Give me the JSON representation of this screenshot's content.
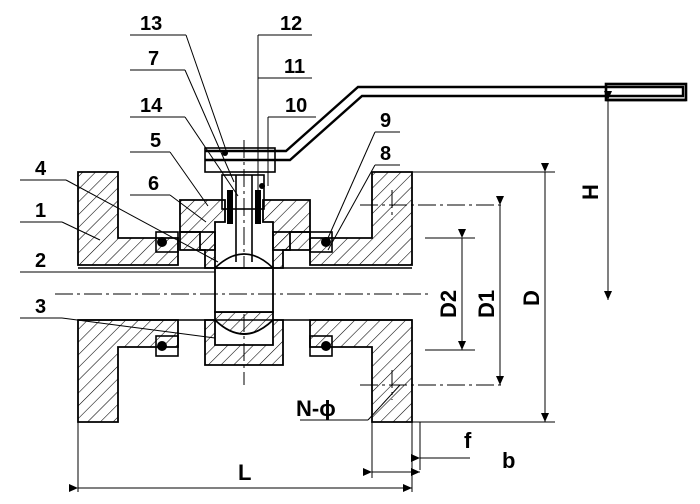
{
  "part_numbers": [
    "13",
    "12",
    "7",
    "11",
    "14",
    "10",
    "5",
    "9",
    "8",
    "4",
    "6",
    "1",
    "2",
    "3"
  ],
  "dimension_labels": {
    "H": "H",
    "D2": "D2",
    "D1": "D1",
    "D": "D",
    "N_phi": "N-ϕ",
    "f": "f",
    "b": "b",
    "L": "L"
  }
}
